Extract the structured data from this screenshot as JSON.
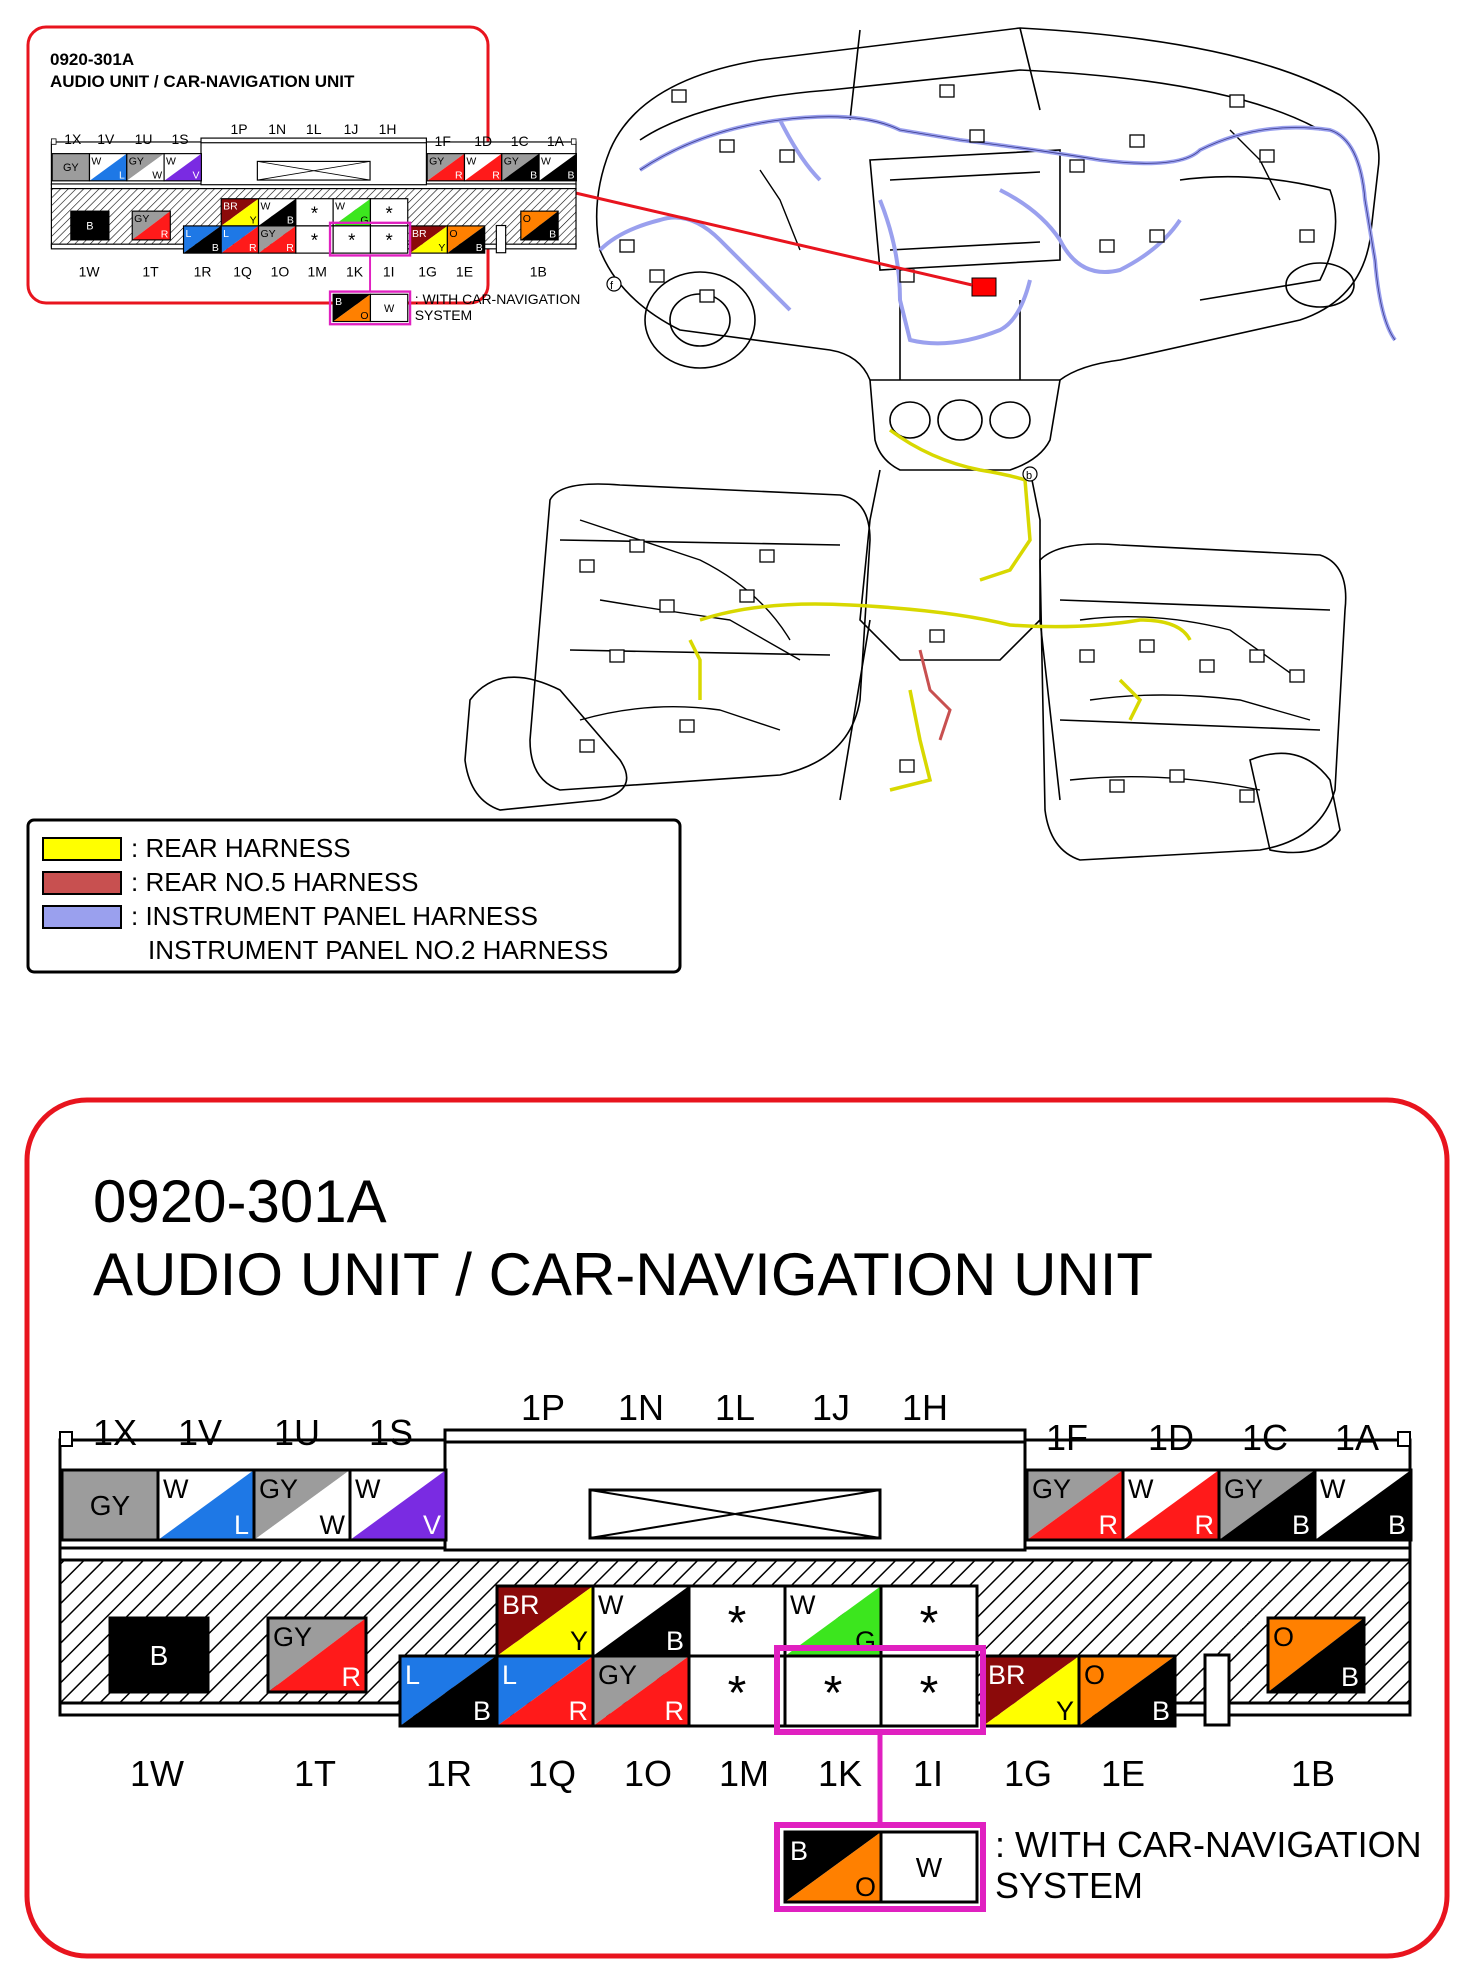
{
  "colors": {
    "GY": "#9c9c9c",
    "W": "#ffffff",
    "L": "#1e78e6",
    "V": "#7a2be2",
    "R": "#ff1a1a",
    "B": "#000000",
    "BR": "#8b0a0a",
    "Y": "#ffff00",
    "G": "#3ce61e",
    "O": "#ff8000",
    "accent_red": "#e8141e",
    "highlight_magenta": "#e020c0",
    "rear_harness": "#ffff00",
    "rear_no5_harness": "#c85050",
    "instrument_panel_harness": "#9aa0ee"
  },
  "legend": {
    "items": [
      {
        "label": ": REAR HARNESS",
        "color": "#ffff00"
      },
      {
        "label": ": REAR NO.5 HARNESS",
        "color": "#c85050"
      },
      {
        "label": ": INSTRUMENT PANEL HARNESS",
        "color": "#9aa0ee"
      }
    ],
    "continuation": "INSTRUMENT PANEL NO.2 HARNESS"
  },
  "connector": {
    "code": "0920-301A",
    "name": "AUDIO UNIT / CAR-NAVIGATION UNIT",
    "top_left_labels": [
      "1X",
      "1V",
      "1U",
      "1S"
    ],
    "top_center_labels": [
      "1P",
      "1N",
      "1L",
      "1J",
      "1H"
    ],
    "top_right_labels": [
      "1F",
      "1D",
      "1C",
      "1A"
    ],
    "bottom_labels": [
      "1W",
      "1T",
      "1R",
      "1Q",
      "1O",
      "1M",
      "1K",
      "1I",
      "1G",
      "1E",
      "1B"
    ],
    "pins": {
      "1X": {
        "tl": "GY",
        "br": "",
        "bg1": "GY",
        "bg2": "GY"
      },
      "1V": {
        "tl": "W",
        "br": "L",
        "bg1": "W",
        "bg2": "L"
      },
      "1U": {
        "tl": "GY",
        "br": "W",
        "bg1": "GY",
        "bg2": "W"
      },
      "1S": {
        "tl": "W",
        "br": "V",
        "bg1": "W",
        "bg2": "V"
      },
      "1F": {
        "tl": "GY",
        "br": "R",
        "bg1": "GY",
        "bg2": "R"
      },
      "1D": {
        "tl": "W",
        "br": "R",
        "bg1": "W",
        "bg2": "R"
      },
      "1C": {
        "tl": "GY",
        "br": "B",
        "bg1": "GY",
        "bg2": "B"
      },
      "1A": {
        "tl": "W",
        "br": "B",
        "bg1": "W",
        "bg2": "B"
      },
      "1W": {
        "tl": "B"
      },
      "1T": {
        "tl": "GY",
        "br": "R"
      },
      "1P": {
        "tl": "BR",
        "br": "Y"
      },
      "1N": {
        "tl": "W",
        "br": "B"
      },
      "1L": {
        "tl": "*"
      },
      "1J": {
        "tl": "W",
        "br": "G"
      },
      "1H": {
        "tl": "*"
      },
      "1R": {
        "tl": "L",
        "br": "B"
      },
      "1Q": {
        "tl": "L",
        "br": "R"
      },
      "1O": {
        "tl": "GY",
        "br": "R"
      },
      "1M": {
        "tl": "*"
      },
      "1K": {
        "tl": "*"
      },
      "1I": {
        "tl": "*"
      },
      "1G": {
        "tl": "BR",
        "br": "Y"
      },
      "1E": {
        "tl": "O",
        "br": "B"
      },
      "1B": {
        "tl": "O",
        "br": "B"
      }
    },
    "nav_option": {
      "tl": "B",
      "br": "O",
      "second": "W",
      "note_line1": ": WITH CAR-NAVIGATION",
      "note_line2": "SYSTEM"
    }
  },
  "dash_markers": [
    "f",
    "b"
  ]
}
